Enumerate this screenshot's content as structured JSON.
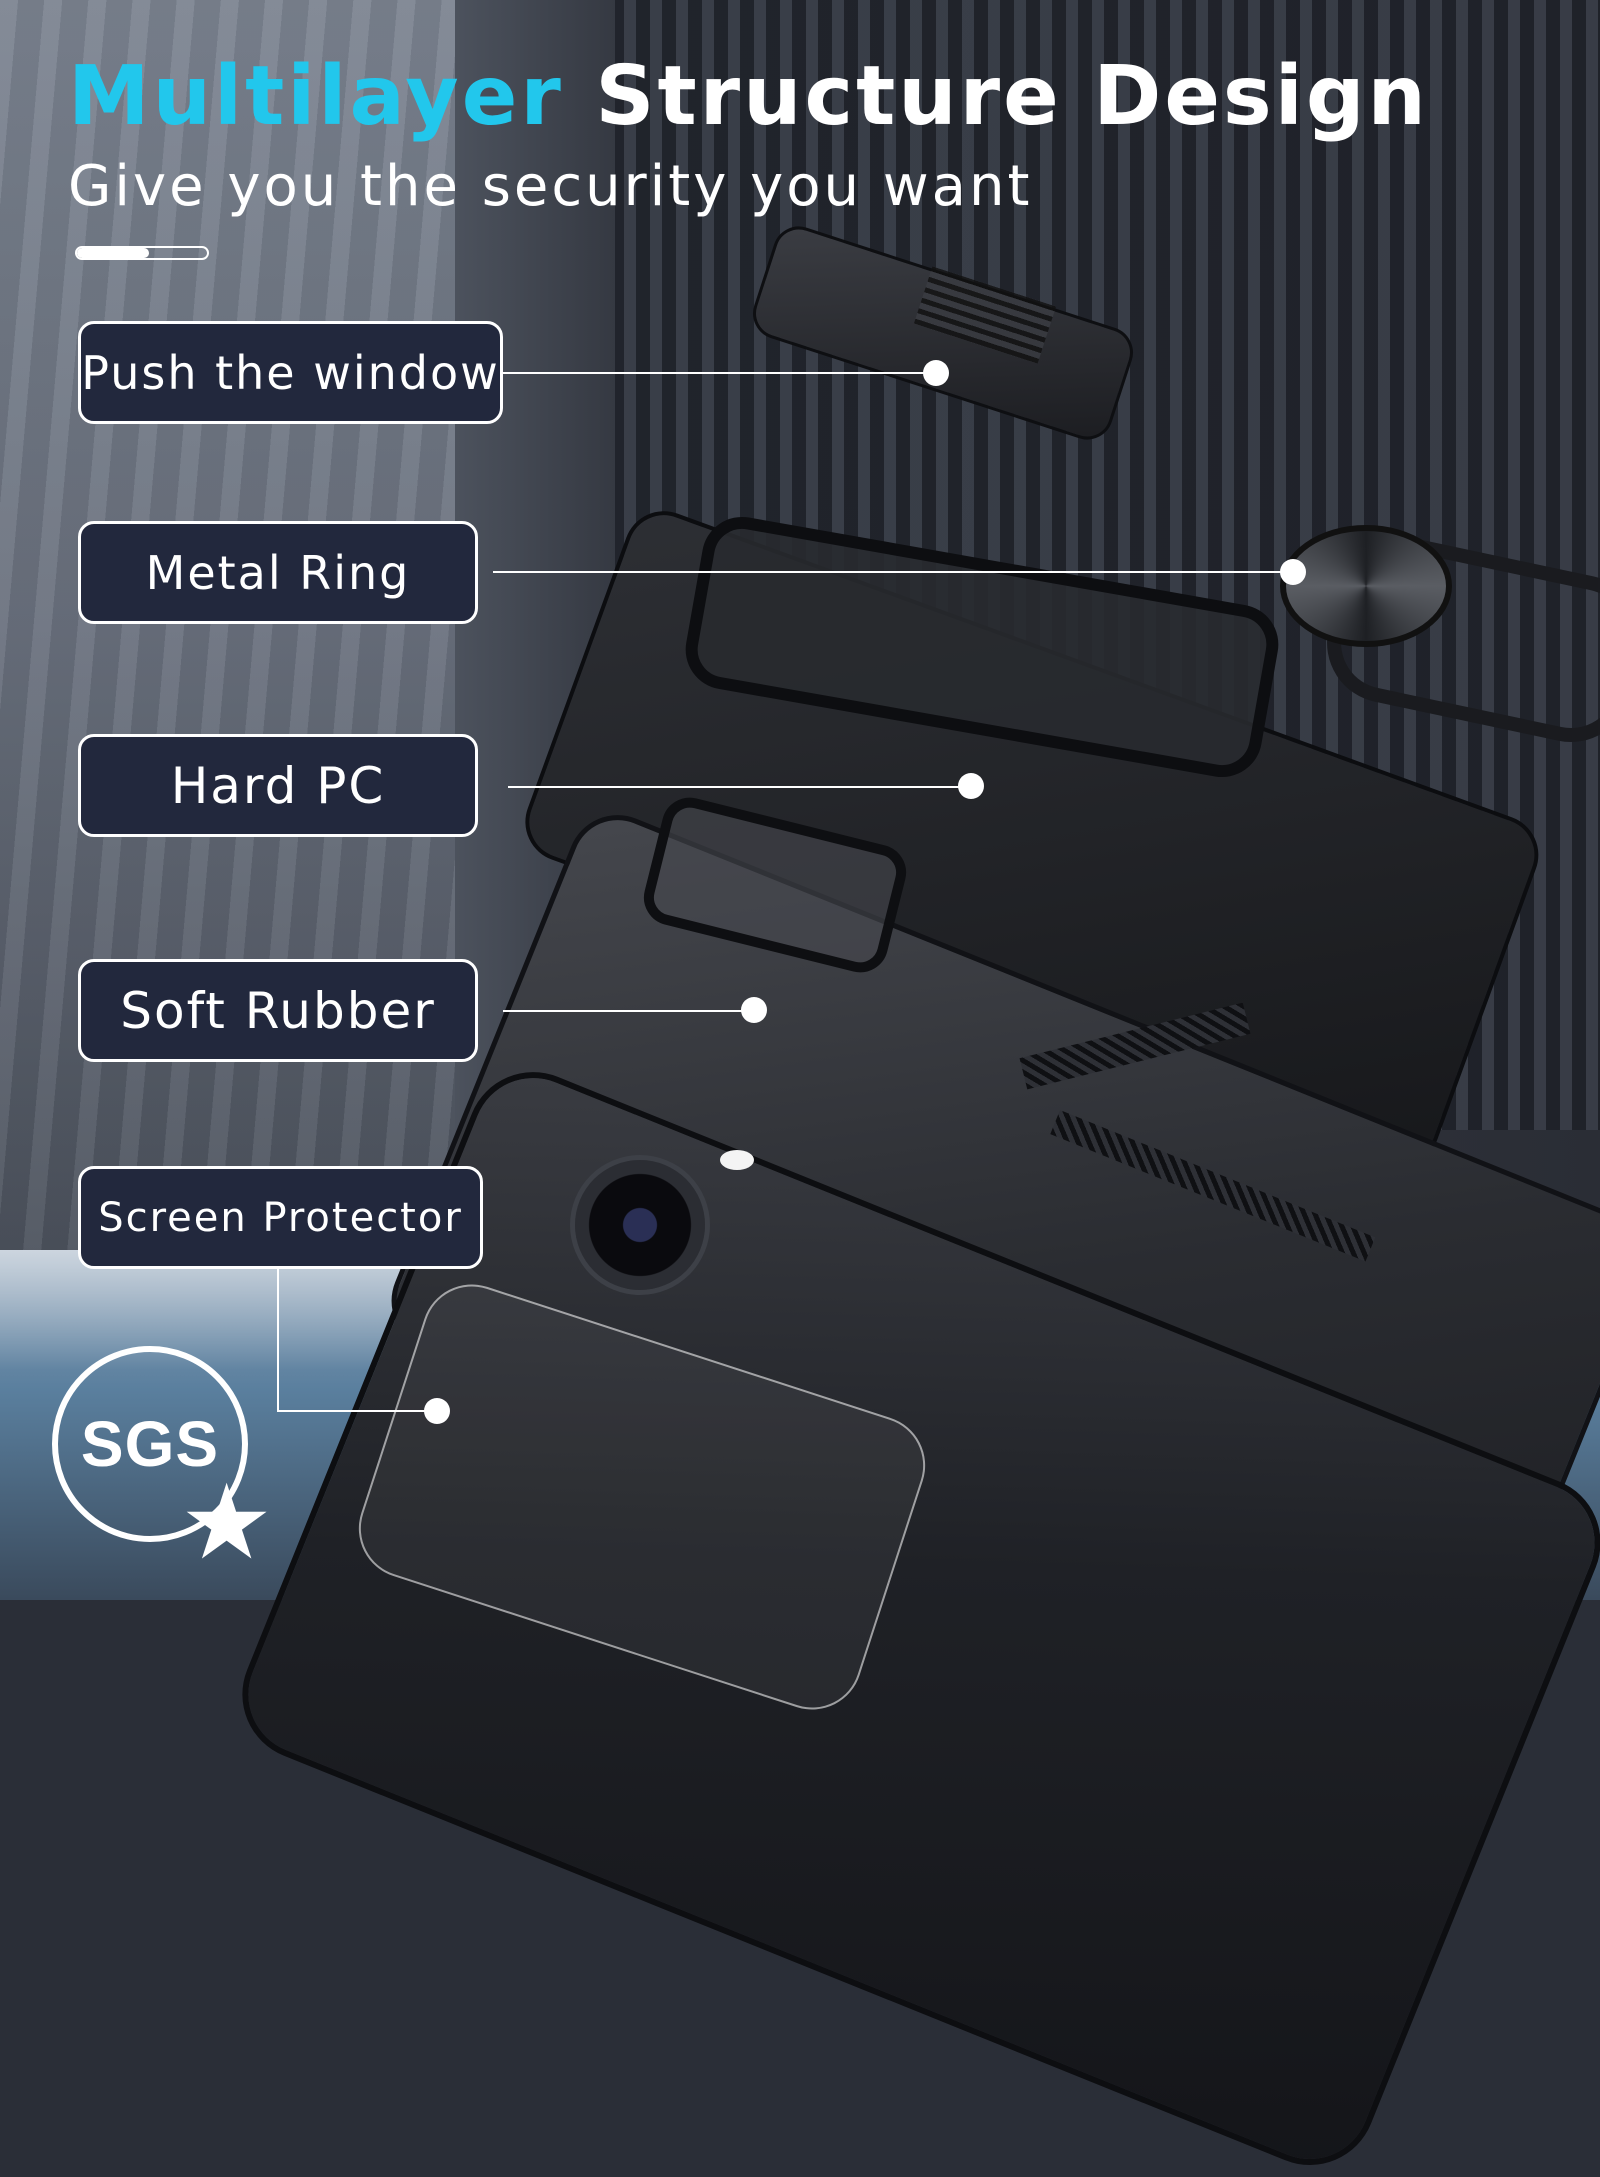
{
  "headline": {
    "accent": "Multilayer",
    "rest": "Structure Design",
    "accent_color": "#22c7ec"
  },
  "subheadline": "Give you the security you want",
  "progress": {
    "fraction": 0.55
  },
  "callouts": [
    {
      "label": "Push the window"
    },
    {
      "label": "Metal Ring"
    },
    {
      "label": "Hard PC"
    },
    {
      "label": "Soft Rubber"
    },
    {
      "label": "Screen Protector"
    }
  ],
  "badge": {
    "text": "SGS",
    "icon": "star-icon"
  },
  "colors": {
    "callout_bg": "#22283d",
    "callout_border": "#ffffff"
  }
}
